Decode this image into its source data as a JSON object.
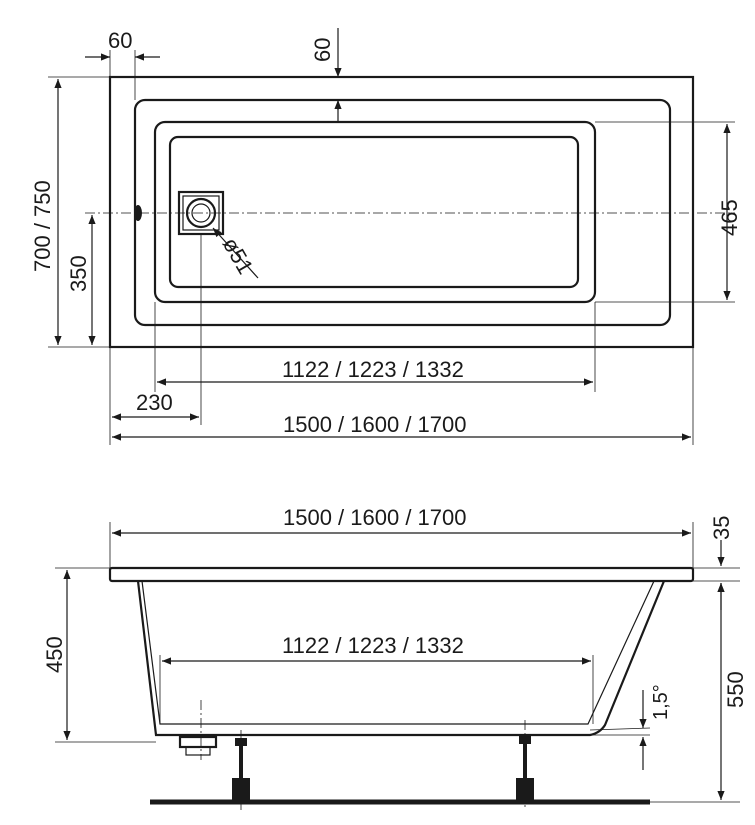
{
  "top_view": {
    "dims": {
      "rim_width": "60",
      "rim_width_top": "60",
      "overall_width": "700 / 750",
      "drain_offset_y": "350",
      "inner_depth_right": "465",
      "inner_length": "1122 / 1223 / 1332",
      "drain_offset_x": "230",
      "overall_length": "1500 / 1600 / 1700",
      "drain_diameter": "ø51"
    }
  },
  "side_view": {
    "dims": {
      "overall_length": "1500 / 1600 / 1700",
      "rim_thickness": "35",
      "inner_height": "450",
      "inner_length": "1122 / 1223 / 1332",
      "slope": "1,5°",
      "overall_height": "550"
    }
  }
}
